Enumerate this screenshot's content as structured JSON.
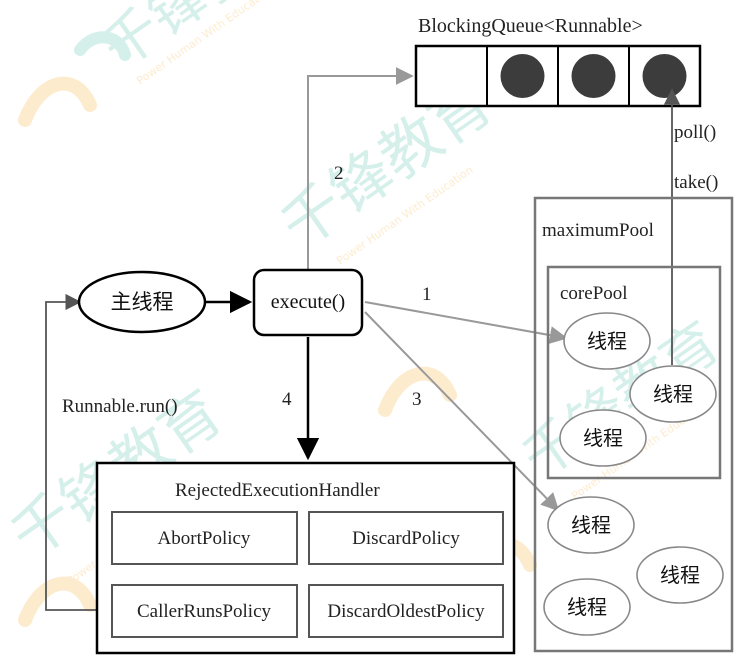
{
  "watermark": {
    "brand_text": "千锋教育",
    "slogan": "Power Human With Education",
    "colors": {
      "logo_orange": "#F5A623",
      "logo_green": "#3FB8A0"
    }
  },
  "queue": {
    "title": "BlockingQueue<Runnable>",
    "slots_total": 4,
    "slots_filled": [
      false,
      true,
      true,
      true
    ],
    "fill_color": "#3c3c3c"
  },
  "main_thread": {
    "label": "主线程"
  },
  "execute": {
    "label": "execute()"
  },
  "arrows": {
    "path1": "1",
    "path2": "2",
    "path3": "3",
    "path4": "4",
    "poll": "poll()",
    "take": "take()",
    "callback": "Runnable.run()"
  },
  "maximum_pool": {
    "title": "maximumPool",
    "threads": [
      "线程",
      "线程",
      "线程"
    ]
  },
  "core_pool": {
    "title": "corePool",
    "threads": [
      "线程",
      "线程",
      "线程"
    ]
  },
  "rejected_handler": {
    "title": "RejectedExecutionHandler",
    "policies": [
      "AbortPolicy",
      "DiscardPolicy",
      "CallerRunsPolicy",
      "DiscardOldestPolicy"
    ]
  },
  "colors": {
    "gray_line": "#999999",
    "black_line": "#000000",
    "box_border": "#666666"
  }
}
